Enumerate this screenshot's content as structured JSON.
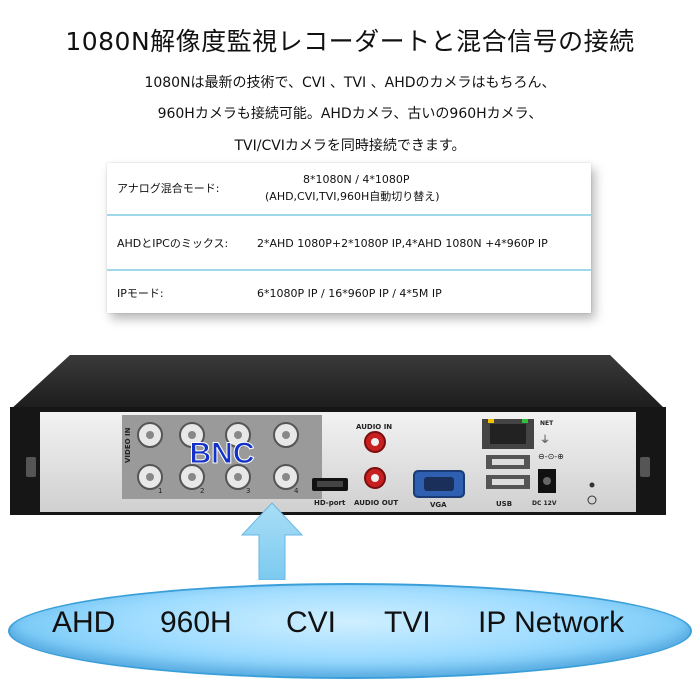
{
  "title": "1080N解像度監視レコーダートと混合信号の接続",
  "description": [
    "1080Nは最新の技術で、CVI 、TVI 、AHDのカメラはもちろん、",
    "960Hカメラも接続可能。AHDカメラ、古いの960Hカメラ、",
    "TVI/CVIカメラを同時接続できます。"
  ],
  "modes": [
    {
      "label": "アナログ混合モード:",
      "value": [
        "8*1080N / 4*1080P",
        "(AHD,CVI,TVI,960H自動切り替え)"
      ]
    },
    {
      "label": "AHDとIPCのミックス:",
      "value": [
        "2*AHD 1080P+2*1080P IP,4*AHD 1080N +4*960P IP"
      ]
    },
    {
      "label": "IPモード:",
      "value": [
        "6*1080P IP / 16*960P IP / 4*5M IP"
      ]
    }
  ],
  "device": {
    "bnc_label": "BNC",
    "video_in_label": "VIDEO IN",
    "audio_in_label": "AUDIO IN",
    "audio_out_label": "AUDIO OUT",
    "hd_port_label": "HD-port",
    "vga_label": "VGA",
    "usb_label": "USB",
    "net_label": "NET",
    "dc_label": "DC 12V",
    "channel_numbers": [
      "1",
      "2",
      "3",
      "4"
    ]
  },
  "signals": [
    "AHD",
    "960H",
    "CVI",
    "TVI",
    "IP Network"
  ],
  "colors": {
    "table_separator": "#9ed8ea",
    "arrow": "#8fd2f2",
    "oval": "#9fdcff",
    "bnc_text": "#1432c8"
  }
}
